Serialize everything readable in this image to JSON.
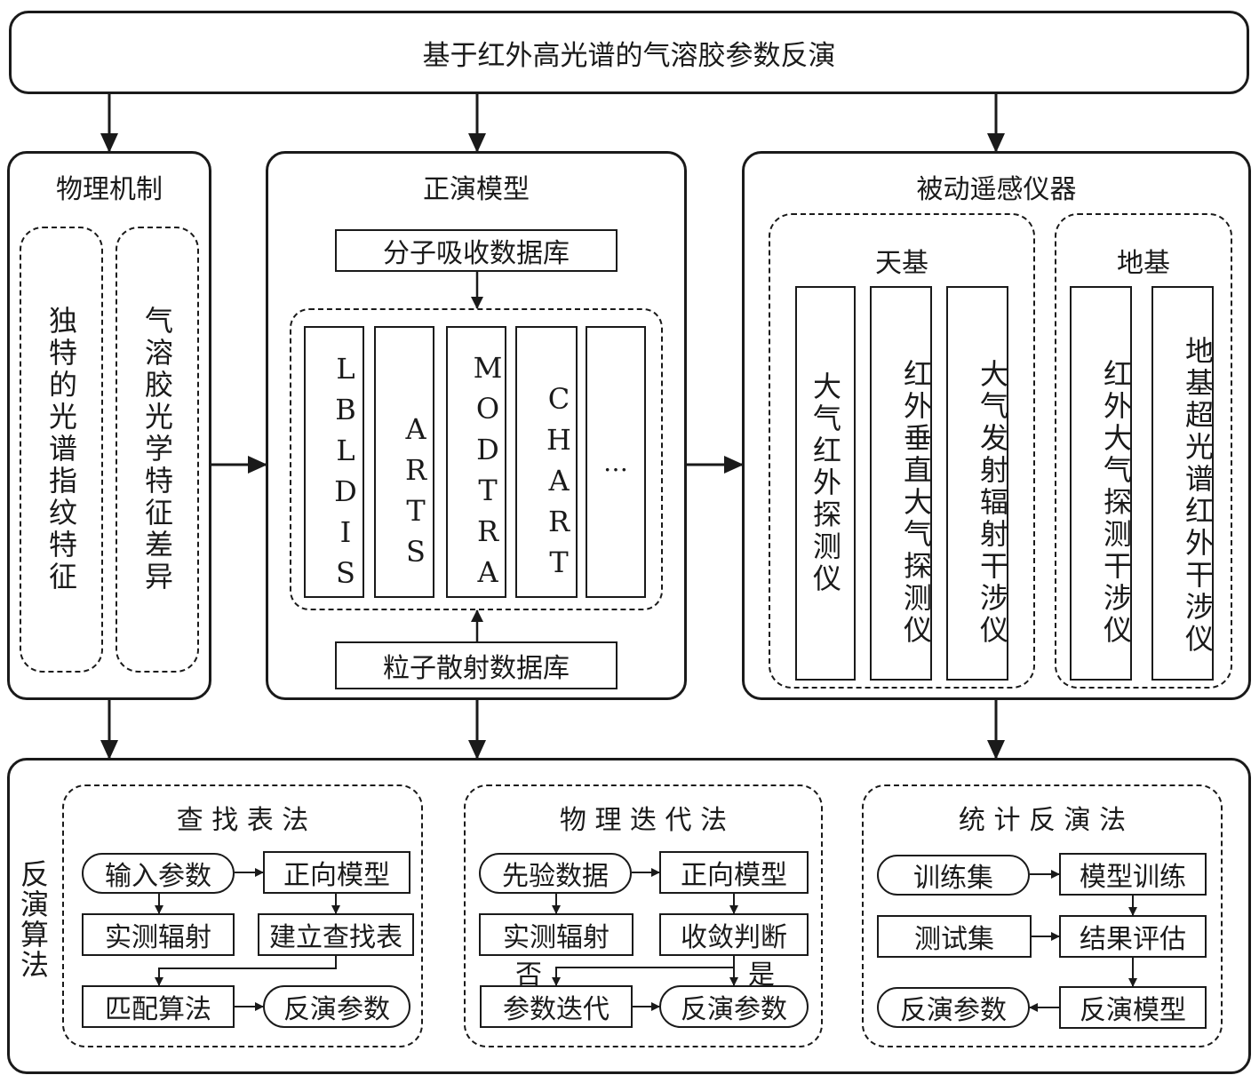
{
  "header": {
    "title": "基于红外高光谱的气溶胶参数反演"
  },
  "physics": {
    "title": "物理机制",
    "items": [
      "独特的光谱指纹特征",
      "气溶胶光学特征差异"
    ]
  },
  "forward_model": {
    "title": "正演模型",
    "molecular_db": "分子吸收数据库",
    "particle_db": "粒子散射数据库",
    "models": [
      "LBLDIS",
      "ARTS",
      "MODTRA",
      "CHART",
      "…"
    ]
  },
  "instruments": {
    "title": "被动遥感仪器",
    "space": {
      "title": "天基",
      "items": [
        "大气红外探测仪",
        "红外垂直大气探测仪",
        "大气发射辐射干涉仪"
      ]
    },
    "ground": {
      "title": "地基",
      "items": [
        "红外大气探测干涉仪",
        "地基超光谱红外干涉仪"
      ]
    }
  },
  "retrieval": {
    "title": "反演算法",
    "lut": {
      "title": "查 找 表 法",
      "input": "输入参数",
      "forward": "正向模型",
      "measured": "实测辐射",
      "build_lut": "建立查找表",
      "match": "匹配算法",
      "output": "反演参数"
    },
    "physical": {
      "title": "物 理 迭 代 法",
      "prior": "先验数据",
      "forward": "正向模型",
      "measured": "实测辐射",
      "convergence": "收敛判断",
      "no_label": "否",
      "yes_label": "是",
      "iterate": "参数迭代",
      "output": "反演参数"
    },
    "statistical": {
      "title": "统 计 反 演 法",
      "train_set": "训练集",
      "train_model": "模型训练",
      "test_set": "测试集",
      "evaluate": "结果评估",
      "retrieval_model": "反演模型",
      "output": "反演参数"
    }
  }
}
